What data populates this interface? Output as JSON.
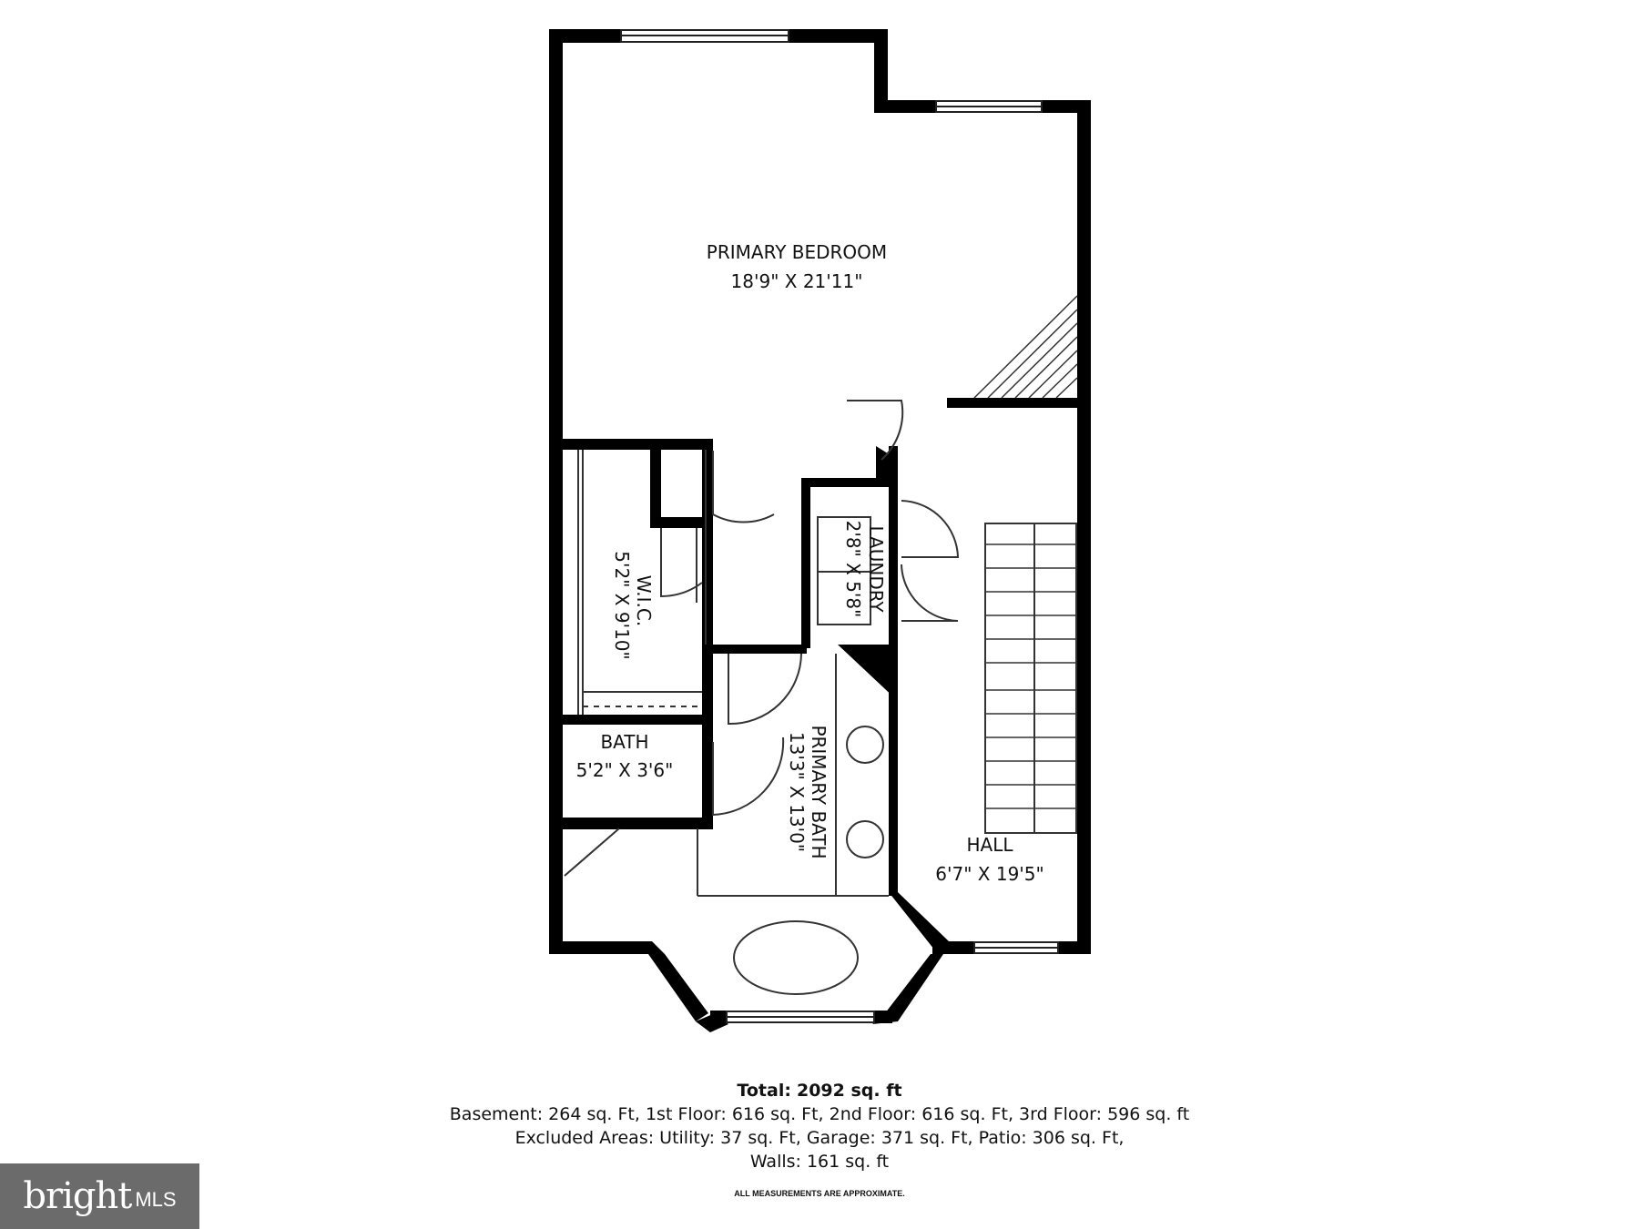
{
  "rooms": {
    "primary_bedroom": {
      "name": "PRIMARY BEDROOM",
      "size": "18'9\" X 21'11\""
    },
    "wic": {
      "name": "W.I.C.",
      "size": "5'2\" X 9'10\""
    },
    "laundry": {
      "name": "LAUNDRY",
      "size": "2'8\" X 5'8\""
    },
    "bath": {
      "name": "BATH",
      "size": "5'2\" X 3'6\""
    },
    "primary_bath": {
      "name": "PRIMARY BATH",
      "size": "13'3\" X 13'0\""
    },
    "hall": {
      "name": "HALL",
      "size": "6'7\" X 19'5\""
    }
  },
  "summary": {
    "total_label": "Total:",
    "total_value": "2092 sq. ft",
    "line1": "Basement: 264 sq. Ft, 1st Floor: 616 sq. Ft, 2nd Floor: 616 sq. Ft, 3rd Floor: 596 sq. ft",
    "line2": "Excluded Areas: Utility: 37 sq. Ft, Garage: 371 sq. Ft, Patio: 306 sq. Ft,",
    "line3": "Walls: 161 sq. ft",
    "disclaimer": "ALL MEASUREMENTS ARE APPROXIMATE."
  },
  "logo": {
    "word": "bright",
    "suffix": "MLS"
  },
  "colors": {
    "wall": "#000000",
    "line": "#333333",
    "logo_bg": "#6b6b6b"
  }
}
